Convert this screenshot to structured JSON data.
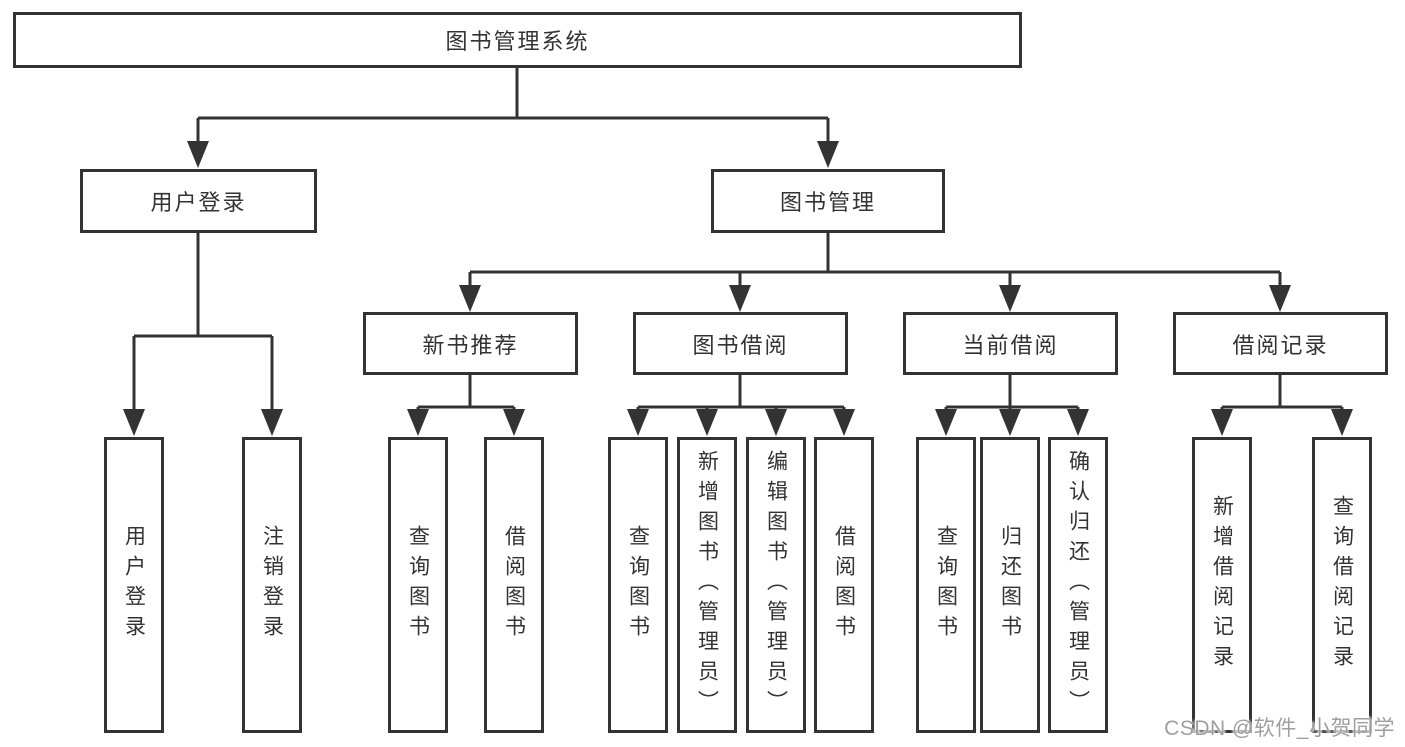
{
  "diagram": {
    "root": {
      "label": "图书管理系统"
    },
    "level2": [
      {
        "label": "用户登录"
      },
      {
        "label": "图书管理"
      }
    ],
    "level3": [
      {
        "label": "新书推荐"
      },
      {
        "label": "图书借阅"
      },
      {
        "label": "当前借阅"
      },
      {
        "label": "借阅记录"
      }
    ],
    "leaves": [
      {
        "id": "user-login",
        "label": "用户登录"
      },
      {
        "id": "logout-login",
        "label": "注销登录"
      },
      {
        "id": "query-books-new",
        "label": "查询图书"
      },
      {
        "id": "borrow-books-new",
        "label": "借阅图书"
      },
      {
        "id": "query-books-borrow",
        "label": "查询图书"
      },
      {
        "id": "add-books-admin",
        "label": "新增图书（管理员）"
      },
      {
        "id": "edit-books-admin",
        "label": "编辑图书（管理员）"
      },
      {
        "id": "borrow-books-borrow",
        "label": "借阅图书"
      },
      {
        "id": "query-books-current",
        "label": "查询图书"
      },
      {
        "id": "return-books",
        "label": "归还图书"
      },
      {
        "id": "confirm-return-admin",
        "label": "确认归还（管理员）"
      },
      {
        "id": "add-borrow-record",
        "label": "新增借阅记录"
      },
      {
        "id": "query-borrow-record",
        "label": "查询借阅记录"
      }
    ]
  },
  "watermark": {
    "text": "CSDN @软件_小贺同学"
  },
  "colors": {
    "line": "#333333",
    "box_border": "#333333",
    "text": "#333333",
    "background": "#ffffff",
    "watermark": "#9e9e9e"
  }
}
